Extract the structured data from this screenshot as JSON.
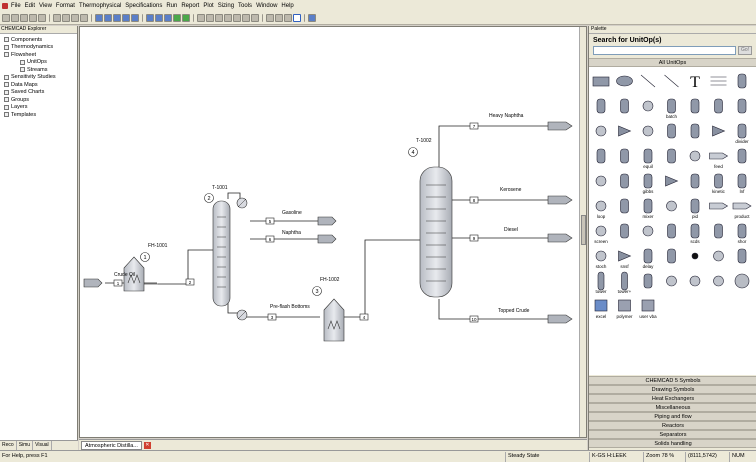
{
  "menu": [
    "File",
    "Edit",
    "View",
    "Format",
    "Thermophysical",
    "Specifications",
    "Run",
    "Report",
    "Plot",
    "Sizing",
    "Tools",
    "Window",
    "Help"
  ],
  "explorer": {
    "title": "CHEMCAD Explorer",
    "items": [
      {
        "label": "Components",
        "indent": 0
      },
      {
        "label": "Thermodynamics",
        "indent": 0
      },
      {
        "label": "Flowsheet",
        "indent": 0
      },
      {
        "label": "UnitOps",
        "indent": 1
      },
      {
        "label": "Streams",
        "indent": 1
      },
      {
        "label": "Sensitivity Studies",
        "indent": 0
      },
      {
        "label": "Data Maps",
        "indent": 0
      },
      {
        "label": "Saved Charts",
        "indent": 0
      },
      {
        "label": "Groups",
        "indent": 0
      },
      {
        "label": "Layers",
        "indent": 0
      },
      {
        "label": "Templates",
        "indent": 0
      }
    ],
    "tabs": [
      "Reco",
      "Simu",
      "Visual"
    ]
  },
  "doc_tab": "Atmospheric Distilla...",
  "flowsheet": {
    "units": [
      {
        "id": "1",
        "name": "FH-1001"
      },
      {
        "id": "2",
        "name": "T-1001"
      },
      {
        "id": "3",
        "name": "FH-1002"
      },
      {
        "id": "4",
        "name": "T-1002"
      }
    ],
    "streams": [
      {
        "id": "1",
        "label": "Crude Oil"
      },
      {
        "id": "2",
        "label": ""
      },
      {
        "id": "3",
        "label": "Pre-flash Bottoms"
      },
      {
        "id": "4",
        "label": ""
      },
      {
        "id": "5",
        "label": "Gasoline"
      },
      {
        "id": "6",
        "label": "Naphtha"
      },
      {
        "id": "7",
        "label": "Heavy Naphtha"
      },
      {
        "id": "8",
        "label": "Kerosene"
      },
      {
        "id": "9",
        "label": "Diesel"
      },
      {
        "id": "10",
        "label": "Topped Crude"
      }
    ]
  },
  "palette": {
    "title": "Palette",
    "search_label": "Search for UnitOp(s)",
    "search_value": "",
    "go_label": "Go!",
    "header": "All UnitOps",
    "icon_labels": [
      "batch",
      "divider",
      "equil",
      "feed",
      "gibbs",
      "kinetic",
      "lnf",
      "loop",
      "mixer",
      "pid",
      "product",
      "screen",
      "scds",
      "shor",
      "stoch",
      "snsf",
      "delay",
      "tower",
      "tower+",
      "excel",
      "polymer",
      "user vba"
    ],
    "categories": [
      "CHEMCAD 5 Symbols",
      "Drawing Symbols",
      "Heat Exchangers",
      "Miscellaneous",
      "Piping and flow",
      "Reactors",
      "Separators",
      "Solids handling"
    ]
  },
  "status": {
    "help": "For Help, press F1",
    "state": "Steady State",
    "units": "K-GS H:LEEK",
    "zoom": "Zoom 78 %",
    "coords": "(8111,5742)",
    "num": "NUM"
  }
}
